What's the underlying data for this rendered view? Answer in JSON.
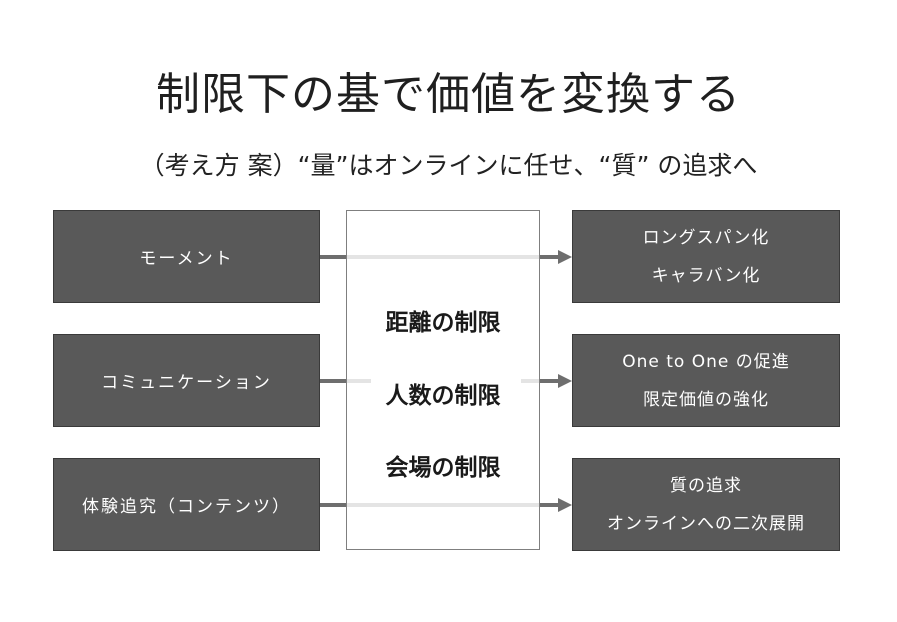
{
  "title": "制限下の基で価値を変換する",
  "subtitle": "（考え方 案）“量”はオンラインに任せ、“質” の追求へ",
  "left_boxes": [
    {
      "label": "モーメント"
    },
    {
      "label": "コミュニケーション"
    },
    {
      "label": "体験追究（コンテンツ）"
    }
  ],
  "center": {
    "items": [
      "距離の制限",
      "人数の制限",
      "会場の制限"
    ]
  },
  "right_boxes": [
    {
      "line1": "ロングスパン化",
      "line2": "キャラバン化"
    },
    {
      "line1": "One to One の促進",
      "line2": "限定価値の強化"
    },
    {
      "line1": "質の追求",
      "line2": "オンラインへの二次展開"
    }
  ],
  "colors": {
    "box_fill": "#595959",
    "arrow": "#6e6e6e",
    "arrow_inner": "#e4e4e4",
    "text_dark": "#1f1f1f"
  }
}
